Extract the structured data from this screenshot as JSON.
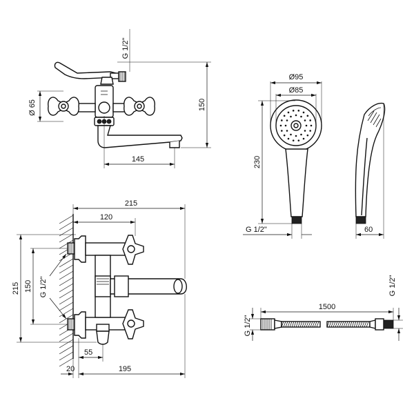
{
  "dimensions": {
    "front_thread": "G 1/2\"",
    "front_diameter": "Ø 65",
    "front_height": "150",
    "front_spout": "145",
    "shower_d95": "Ø95",
    "shower_d85": "Ø85",
    "shower_length": "230",
    "shower_thread": "G 1/2\"",
    "shower_width": "60",
    "top_width": "215",
    "top_handle": "120",
    "top_height": "215",
    "top_spacing": "150",
    "top_thread": "G 1/2\"",
    "top_55": "55",
    "top_20": "20",
    "top_195": "195",
    "hose_length": "1500",
    "hose_thread_left": "G 1/2\"",
    "hose_thread_right": "G 1/2\""
  },
  "colors": {
    "line": "#111111",
    "background": "#ffffff"
  }
}
